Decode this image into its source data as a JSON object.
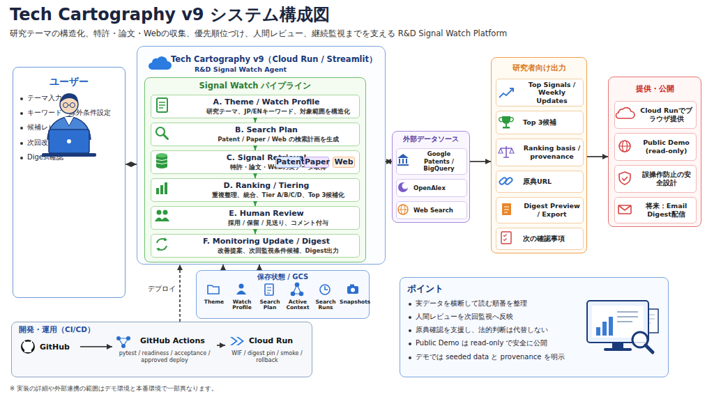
{
  "diagram": {
    "title": "Tech Cartography v9 システム構成図",
    "caption": "※ 実装の詳細や外部連携の範囲はデモ環境と本番環境で一部異なります。",
    "nodes": [
      {
        "text": [
          "ユーザー",
          "テーマ入力",
          "キーワード・除外条件設定",
          "候補レビュー",
          "次回改善案の承認",
          "Digest確認"
        ]
      },
      {
        "text": [
          "Tech Cartography v9（Cloud Run / Streamlit）",
          "R&D Signal Watch Agent"
        ]
      },
      {
        "text": [
          "Signal Watch パイプライン"
        ],
        "in": 1
      },
      {
        "text": [
          "A. Theme / Watch Profile",
          "研究テーマ、JP/ENキーワード、対象範囲を構造化"
        ],
        "in": 2
      },
      {
        "text": [
          "B. Search Plan",
          "Patent / Paper / Web の検索計画を生成"
        ],
        "in": 2
      },
      {
        "text": [
          "C. Signal Retrieval",
          "特許・論文・Webの実データ取得"
        ],
        "in": 2
      },
      {
        "text": [
          "Patent"
        ],
        "in": 5
      },
      {
        "text": [
          "Paper"
        ],
        "in": 5
      },
      {
        "text": [
          "Web"
        ],
        "in": 5
      },
      {
        "text": [
          "D. Ranking / Tiering",
          "重複整理、統合、Tier A/B/C/D、Top 3候補化"
        ],
        "in": 2
      },
      {
        "text": [
          "E. Human Review",
          "採用 / 保留 / 見送り、コメント付与"
        ],
        "in": 2
      },
      {
        "text": [
          "F. Monitoring Update / Digest",
          "改善提案、次回監視条件候補、Digest出力"
        ],
        "in": 2
      },
      {
        "text": [
          "保存状態 / GCS"
        ]
      },
      {
        "text": [
          "Theme"
        ],
        "in": 12
      },
      {
        "text": [
          "Watch Profile"
        ],
        "in": 12
      },
      {
        "text": [
          "Search Plan"
        ],
        "in": 12
      },
      {
        "text": [
          "Active Context"
        ],
        "in": 12
      },
      {
        "text": [
          "Search Runs"
        ],
        "in": 12
      },
      {
        "text": [
          "Snapshots"
        ],
        "in": 12
      },
      {
        "text": [
          "外部データソース"
        ]
      },
      {
        "text": [
          "Google Patents / BigQuery"
        ],
        "in": 19
      },
      {
        "text": [
          "OpenAlex"
        ],
        "in": 19
      },
      {
        "text": [
          "Web Search"
        ],
        "in": 19
      },
      {
        "text": [
          "研究者向け出力"
        ]
      },
      {
        "text": [
          "Top Signals / Weekly Updates"
        ],
        "in": 23
      },
      {
        "text": [
          "Top 3候補"
        ],
        "in": 23
      },
      {
        "text": [
          "Ranking basis / provenance"
        ],
        "in": 23
      },
      {
        "text": [
          "原典URL"
        ],
        "in": 23
      },
      {
        "text": [
          "Digest Preview / Export"
        ],
        "in": 23
      },
      {
        "text": [
          "次の確認事項"
        ],
        "in": 23
      },
      {
        "text": [
          "提供・公開"
        ]
      },
      {
        "text": [
          "Cloud Runでブラウザ提供"
        ],
        "in": 30
      },
      {
        "text": [
          "Public Demo (read-only)"
        ],
        "in": 30
      },
      {
        "text": [
          "誤操作防止の安全設計"
        ],
        "in": 30
      },
      {
        "text": [
          "将来：Email Digest配信"
        ],
        "in": 30
      },
      {
        "text": [
          "開発・運用（CI/CD）"
        ]
      },
      {
        "text": [
          "GitHub"
        ],
        "in": 35
      },
      {
        "text": [
          "GitHub Actions",
          "pytest / readiness / acceptance / approved deploy"
        ],
        "in": 35
      },
      {
        "text": [
          "Cloud Run",
          "WIF / digest pin / smoke / rollback"
        ],
        "in": 35
      },
      {
        "text": [
          "ポイント",
          "実データを横断して読む順番を整理",
          "人間レビューを次回監視へ反映",
          "原典確認を支援し、法的判断は代替しない",
          "Public Demo は read-only で安全に公開",
          "デモでは seeded data と provenance を明示"
        ]
      }
    ],
    "edges": [
      {
        "from": 0,
        "to": 1,
        "arrow": "both"
      },
      {
        "from": 3,
        "to": 4,
        "arrow": "to"
      },
      {
        "from": 4,
        "to": 5,
        "arrow": "to"
      },
      {
        "from": 5,
        "to": 9,
        "arrow": "to"
      },
      {
        "from": 9,
        "to": 10,
        "arrow": "to"
      },
      {
        "from": 10,
        "to": 11,
        "arrow": "to"
      },
      {
        "from": 1,
        "to": 19,
        "arrow": "both"
      },
      {
        "from": 19,
        "to": 23,
        "arrow": "to"
      },
      {
        "from": 23,
        "to": 30,
        "arrow": "to"
      },
      {
        "from": 12,
        "to": 1,
        "arrow": "to"
      },
      {
        "from": 12,
        "to": 1,
        "arrow": "to"
      },
      {
        "from": 35,
        "to": 1,
        "label": "デプロイ",
        "arrow": "to"
      },
      {
        "from": 36,
        "to": 37,
        "arrow": "to"
      },
      {
        "from": 37,
        "to": 38,
        "arrow": "to"
      }
    ],
    "labels": [
      "研究テーマの構造化、特許・論文・Webの収集、優先順位づけ、人間レビュー、継続監視までを支える R&D Signal Watch Platform"
    ]
  }
}
